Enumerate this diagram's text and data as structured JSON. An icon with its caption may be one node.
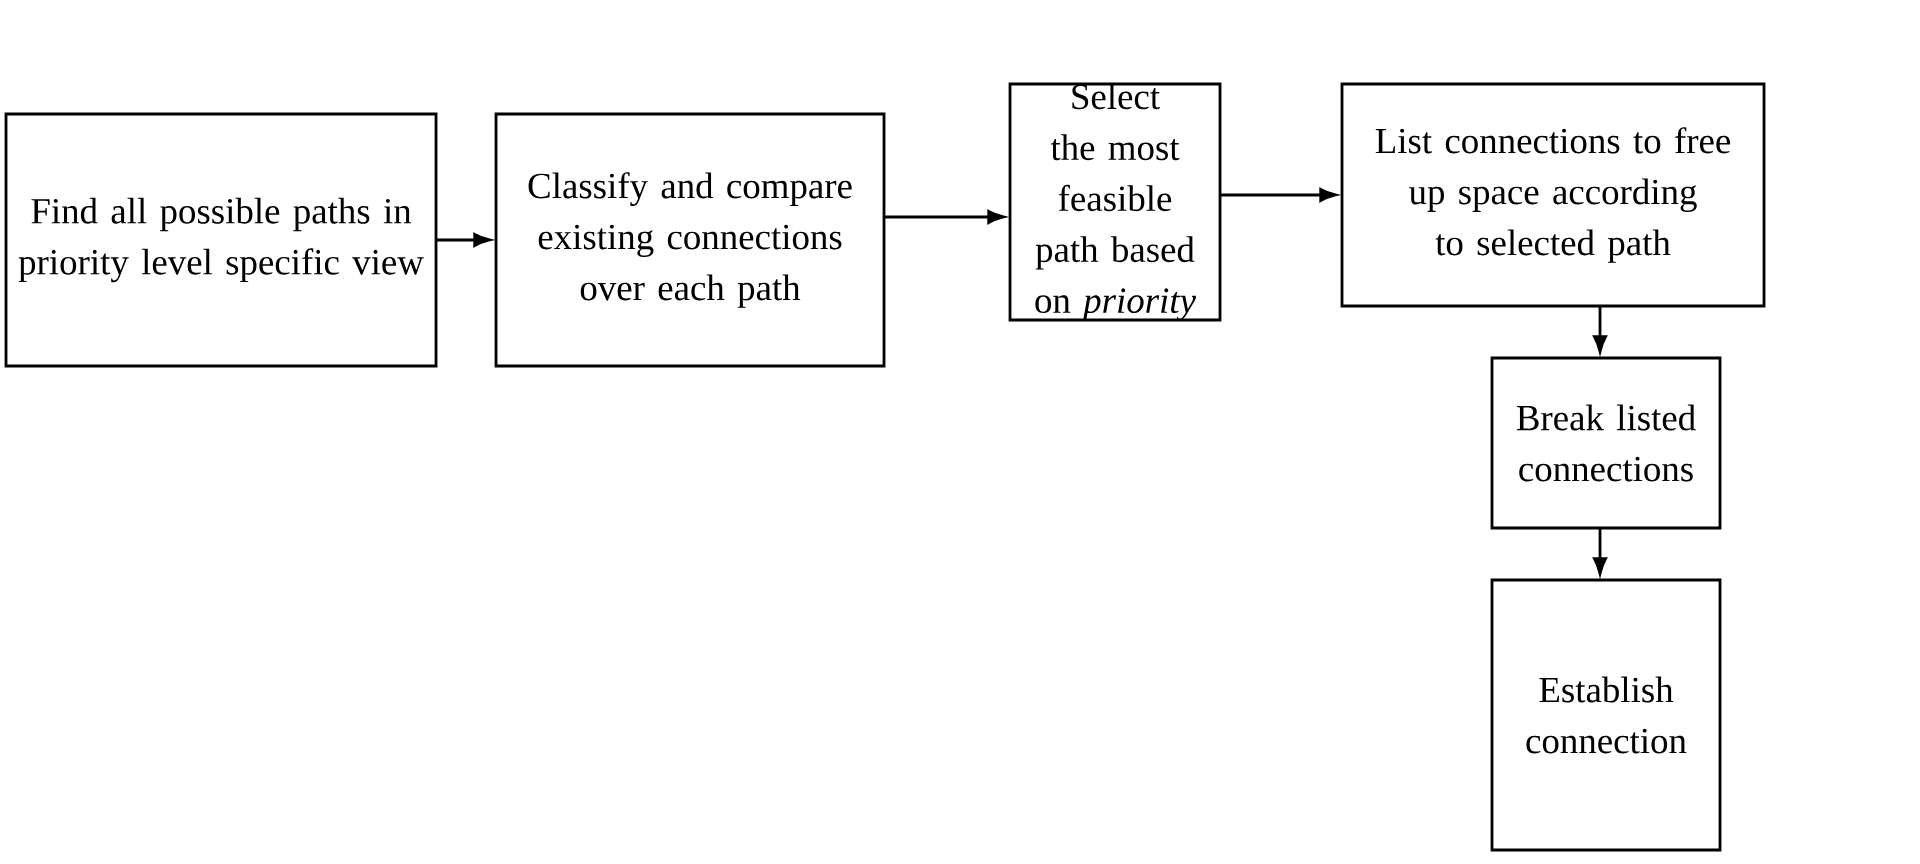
{
  "diagram": {
    "nodes": [
      {
        "text": [
          "Find all possible paths in priority level specific view"
        ]
      },
      {
        "text": [
          "Classify and compare existing connections over each path"
        ]
      },
      {
        "text": [
          "Select the most feasible path based on *priority*"
        ]
      },
      {
        "text": [
          "List connections to free up space according to selected path"
        ]
      },
      {
        "text": [
          "Break listed connections"
        ]
      },
      {
        "text": [
          "Establish connection"
        ]
      }
    ],
    "edges": [
      {
        "from": 0,
        "to": 1,
        "arrow": "to"
      },
      {
        "from": 1,
        "to": 2,
        "arrow": "to"
      },
      {
        "from": 2,
        "to": 3,
        "arrow": "to"
      },
      {
        "from": 3,
        "to": 4,
        "arrow": "to"
      },
      {
        "from": 4,
        "to": 5,
        "arrow": "to"
      }
    ]
  }
}
